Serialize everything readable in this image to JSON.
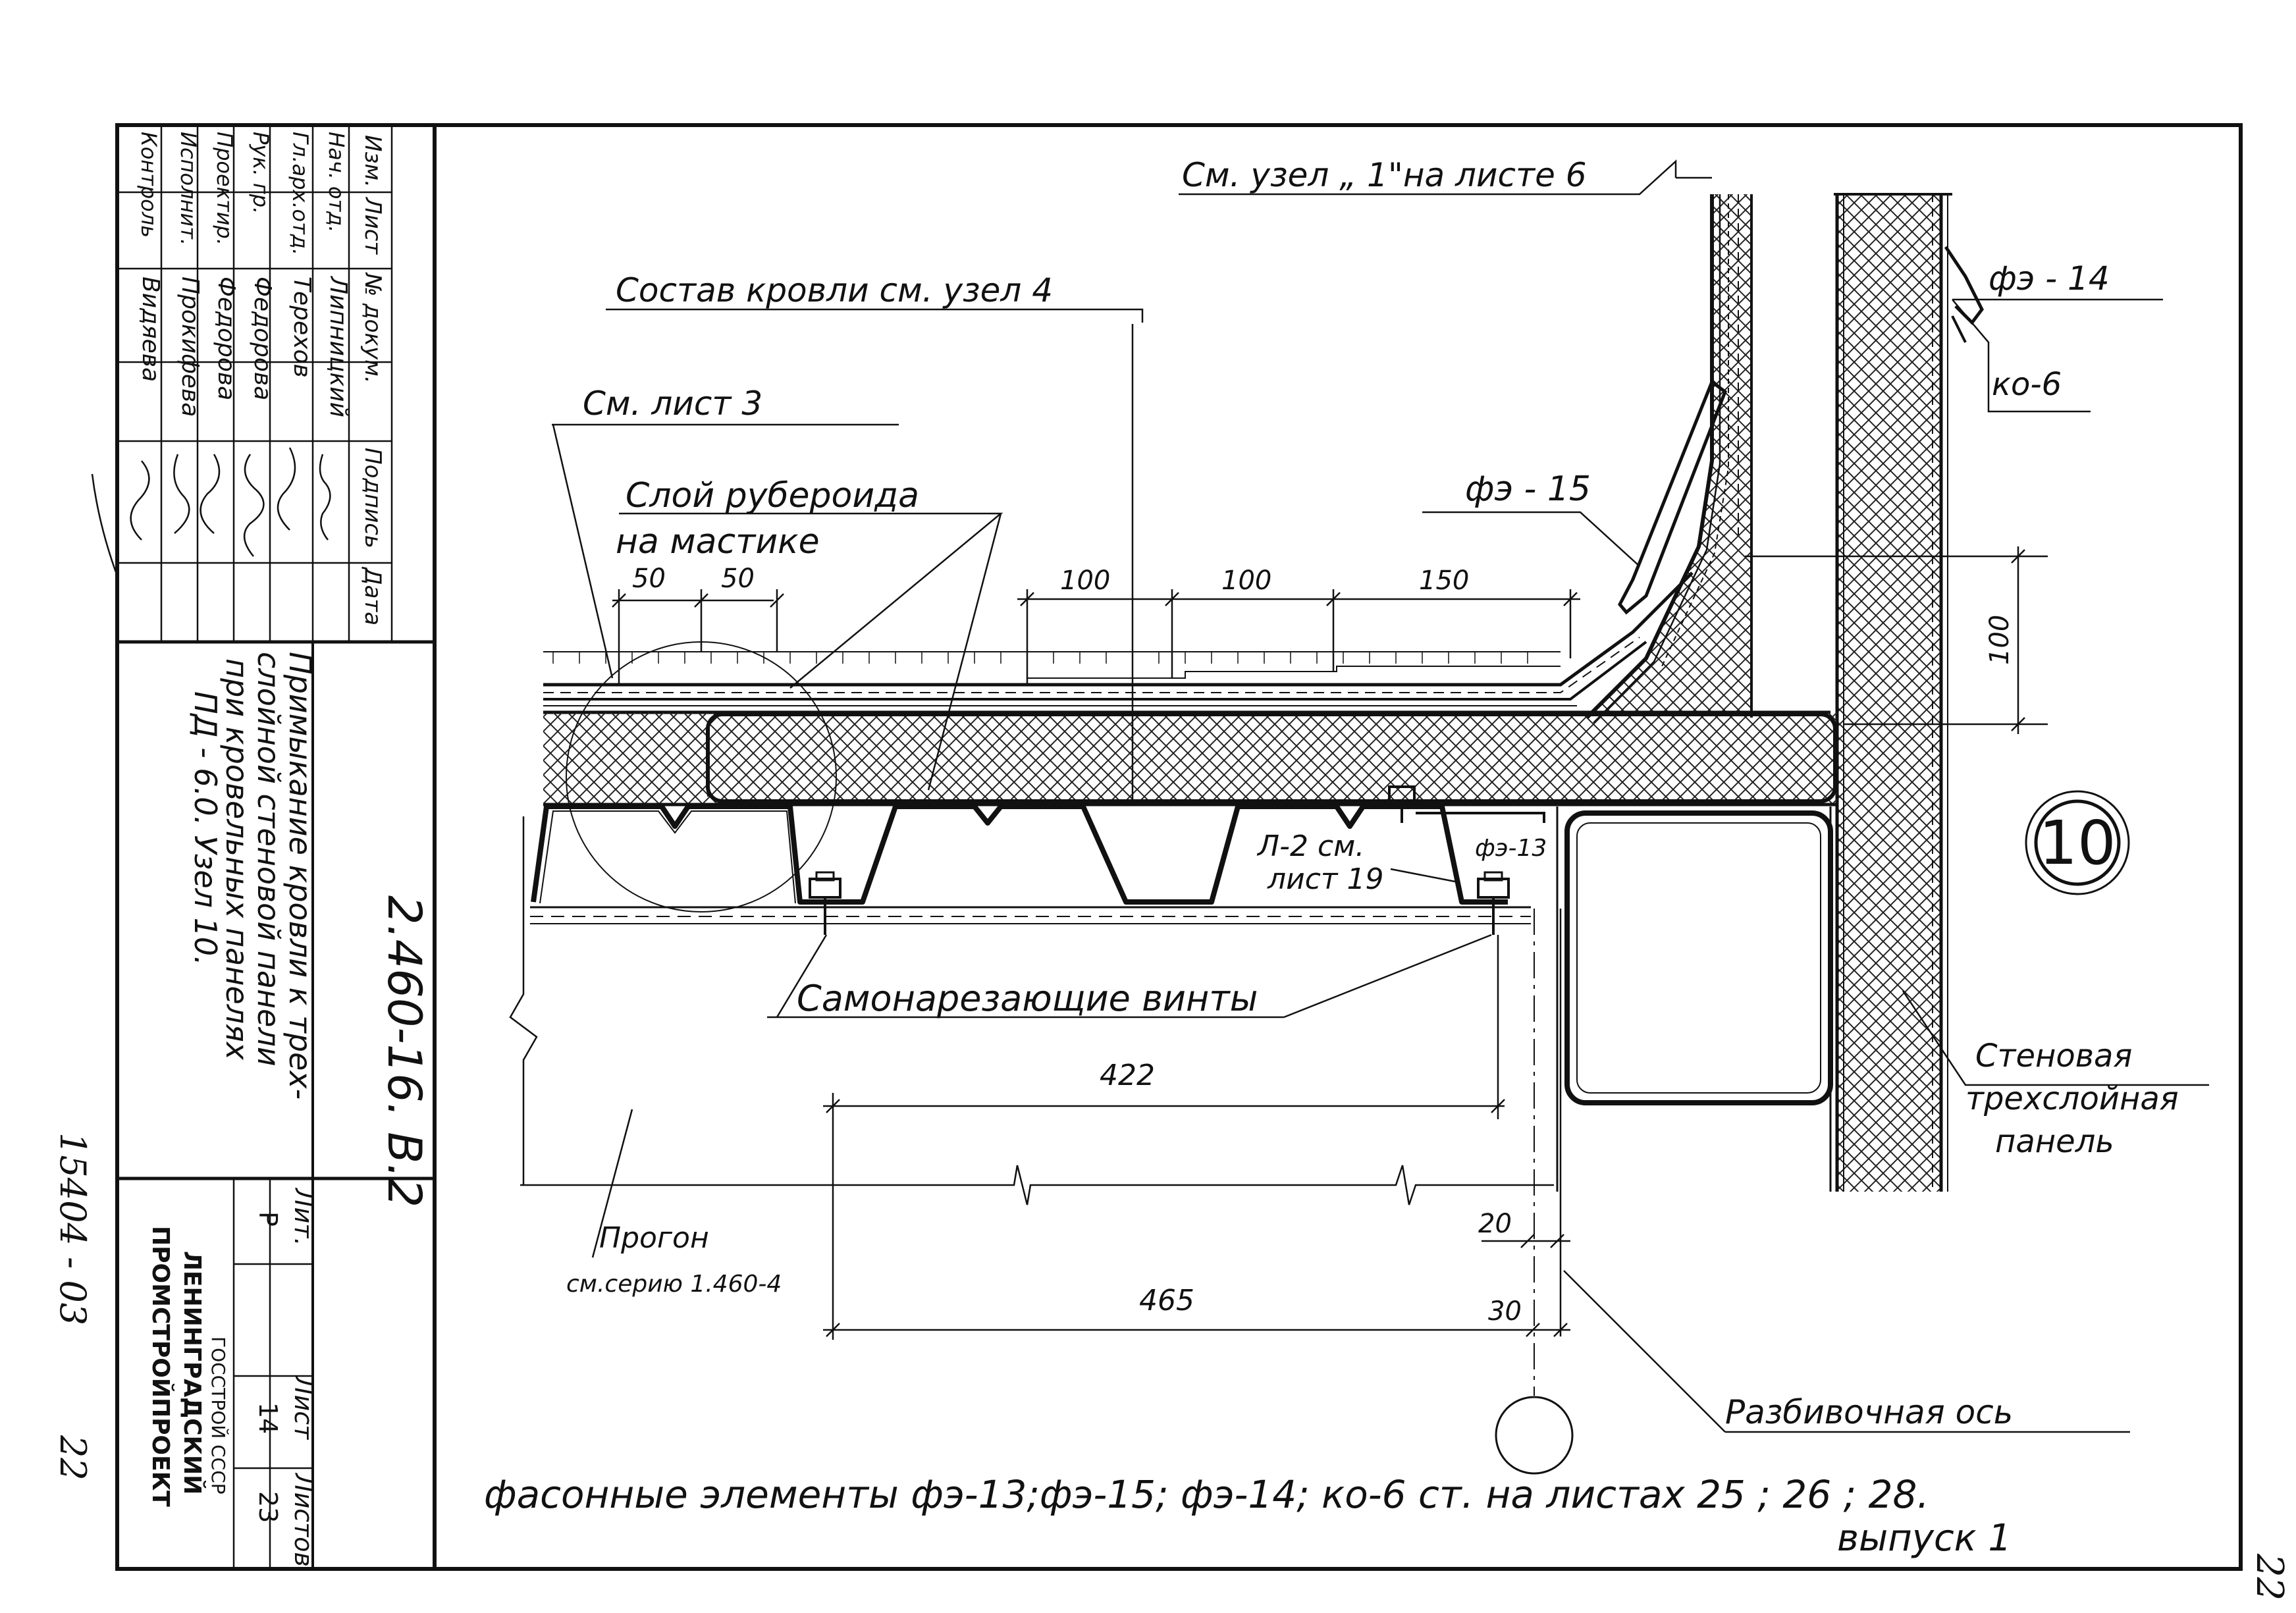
{
  "drawing": {
    "code": "2.460-16. В.2",
    "node_mark": "10",
    "sheet_no_right": "22",
    "archive_no": "15404 - 03",
    "archive_page": "22"
  },
  "labels": {
    "see_node1": "См. узел „ 1\"на листе 6",
    "roof_comp": "Состав кровли см. узел 4",
    "see_sheet3": "См.   лист 3",
    "ruberoid_1": "Слой рубероида",
    "ruberoid_2": "на мастике",
    "fe14": "фэ - 14",
    "ko6": "ко-6",
    "fe15": "фэ - 15",
    "fe13": "фэ-13",
    "l2_1": "Л-2  см.",
    "l2_2": "лист 19",
    "screws": "Самонарезающие  винты",
    "wall_1": "Стеновая",
    "wall_2": "трехслойная",
    "wall_3": "панель",
    "purlin_1": "Прогон",
    "purlin_2": "см.серию 1.460-4",
    "axis": "Разбивочная  ось",
    "bottom_note_1": "фасонные  элементы  фэ-13;фэ-15; фэ-14; ко-6 ст. на  листах   25 ; 26 ; 28.",
    "bottom_note_2": "выпуск 1"
  },
  "dims": {
    "d50a": "50",
    "d50b": "50",
    "d100a": "100",
    "d100b": "100",
    "d150": "150",
    "d100v": "100",
    "d422": "422",
    "d465": "465",
    "d20": "20",
    "d30": "30"
  },
  "titleblock": {
    "headers": [
      "Изм.",
      "Лист",
      "№ докум.",
      "Подпись",
      "Дата"
    ],
    "roles": [
      "Нач. отд.",
      "Гл.арх.отд.",
      "Рук. гр.",
      "Проектир.",
      "Исполнит.",
      "Контроль"
    ],
    "names": [
      "Липницкий",
      "Терехов",
      "Федорова",
      "Федорова",
      "Прокифева",
      "Видяева"
    ],
    "title_lines": [
      "Примыкание кровли к трех-",
      "слойной стеновой панели",
      "при кровельных панелях",
      "ПД - 6.0.  Узел 10."
    ],
    "lit_label": "Лит.",
    "sheet_label": "Лист",
    "sheets_label": "Листов",
    "lit_value": "Р",
    "sheet_value": "14",
    "sheets_value": "23",
    "org_1": "ГОССТРОЙ СССР",
    "org_2": "ЛЕНИНГРАДСКИЙ",
    "org_3": "ПРОМСТРОЙПРОЕКТ"
  }
}
